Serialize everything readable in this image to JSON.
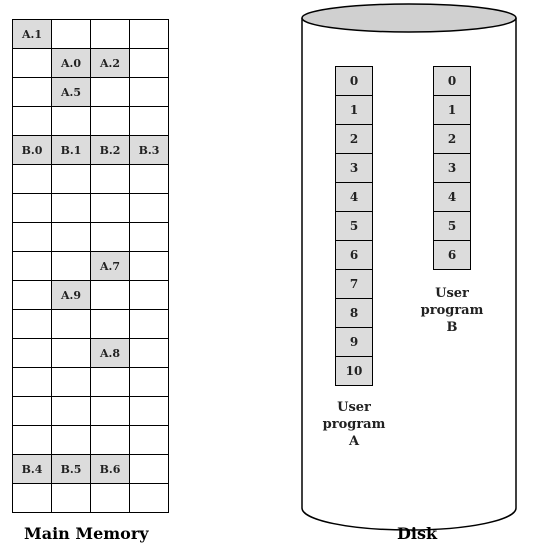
{
  "memory": {
    "caption": "Main Memory",
    "columns": 4,
    "rows": [
      [
        "A.1",
        "",
        "",
        ""
      ],
      [
        "",
        "A.0",
        "A.2",
        ""
      ],
      [
        "",
        "A.5",
        "",
        ""
      ],
      [
        "",
        "",
        "",
        ""
      ],
      [
        "B.0",
        "B.1",
        "B.2",
        "B.3"
      ],
      [
        "",
        "",
        "",
        ""
      ],
      [
        "",
        "",
        "",
        ""
      ],
      [
        "",
        "",
        "",
        ""
      ],
      [
        "",
        "",
        "A.7",
        ""
      ],
      [
        "",
        "A.9",
        "",
        ""
      ],
      [
        "",
        "",
        "",
        ""
      ],
      [
        "",
        "",
        "A.8",
        ""
      ],
      [
        "",
        "",
        "",
        ""
      ],
      [
        "",
        "",
        "",
        ""
      ],
      [
        "",
        "",
        "",
        ""
      ],
      [
        "B.4",
        "B.5",
        "B.6",
        ""
      ],
      [
        "",
        "",
        "",
        ""
      ]
    ]
  },
  "disk": {
    "caption": "Disk",
    "program_a": {
      "label_lines": [
        "User",
        "program",
        "A"
      ],
      "blocks": [
        "0",
        "1",
        "2",
        "3",
        "4",
        "5",
        "6",
        "7",
        "8",
        "9",
        "10"
      ]
    },
    "program_b": {
      "label_lines": [
        "User",
        "program",
        "B"
      ],
      "blocks": [
        "0",
        "1",
        "2",
        "3",
        "4",
        "5",
        "6"
      ]
    }
  },
  "colors": {
    "filled_cell": "#dcdcdc",
    "outline": "#000000"
  }
}
